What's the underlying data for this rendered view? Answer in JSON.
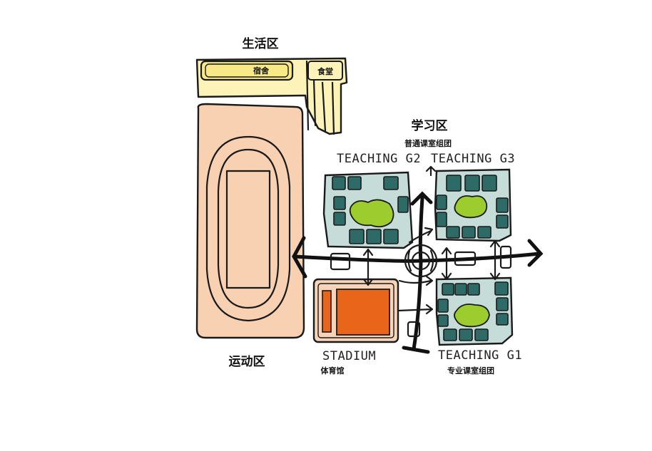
{
  "zones": {
    "living": "生活区",
    "study": "学习区",
    "sports": "运动区"
  },
  "buildings": {
    "dormitory": "宿舍",
    "canteen": "食堂",
    "general_classrooms": "普通课室组团",
    "teaching_g2": "TEACHING G2",
    "teaching_g3": "TEACHING G3",
    "teaching_g1": "TEACHING G1",
    "stadium": "STADIUM",
    "gymnasium": "体育馆",
    "specialized_classrooms": "专业课室组团"
  },
  "colors": {
    "living_zone": "#fbf3b8",
    "dorm_highlight": "#f7ea86",
    "sports_zone": "#f8d1b2",
    "teaching_court": "#c5dcd9",
    "teaching_block": "#2f6b66",
    "courtyard_green": "#9ccc2e",
    "stadium_base": "#f7d3b8",
    "stadium_core": "#e8651a"
  }
}
